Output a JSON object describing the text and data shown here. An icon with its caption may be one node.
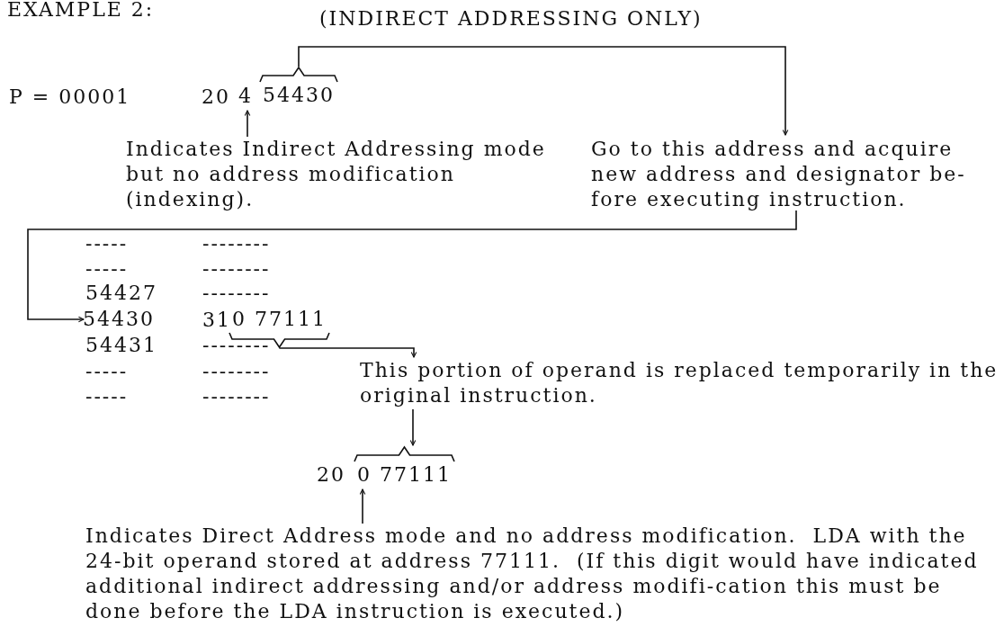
{
  "diagram": {
    "title": "EXAMPLE 2:",
    "nodes": [
      {
        "text": [
          "4"
        ]
      },
      {
        "text": [
          "54430"
        ]
      },
      {
        "text": [
          "Indicates Indirect Addressing mode but no address modification (indexing)."
        ]
      },
      {
        "text": [
          "Go to this address and acquire new address and designator be-fore executing instruction."
        ]
      },
      {
        "text": [
          "54430"
        ]
      },
      {
        "text": [
          "0 77111"
        ]
      },
      {
        "text": [
          "This portion of operand is replaced temporarily in the original instruction."
        ]
      },
      {
        "text": [
          "0 77111"
        ]
      },
      {
        "text": [
          "Indicates Direct Address mode and no address modification.  LDA with the 24-bit operand stored at address 77111.  (If this digit would have indicated additional indirect addressing and/or address modifi-cation this must be done before the LDA instruction is executed.)"
        ]
      }
    ],
    "edges": [
      {
        "from": 2,
        "to": 0,
        "arrow": "to"
      },
      {
        "from": 1,
        "to": 3,
        "arrow": "to"
      },
      {
        "from": 3,
        "to": 4,
        "arrow": "to"
      },
      {
        "from": 5,
        "to": 6,
        "arrow": "to"
      },
      {
        "from": 6,
        "to": 7,
        "arrow": "to"
      },
      {
        "from": 8,
        "to": 7,
        "arrow": "to"
      }
    ],
    "labels": [
      "(INDIRECT ADDRESSING ONLY)",
      "P = 00001",
      "20",
      "-----",
      "--------",
      "-----",
      "--------",
      "54427",
      "--------",
      "31",
      "54431",
      "--------",
      "-----",
      "--------",
      "-----",
      "--------",
      "20"
    ]
  }
}
